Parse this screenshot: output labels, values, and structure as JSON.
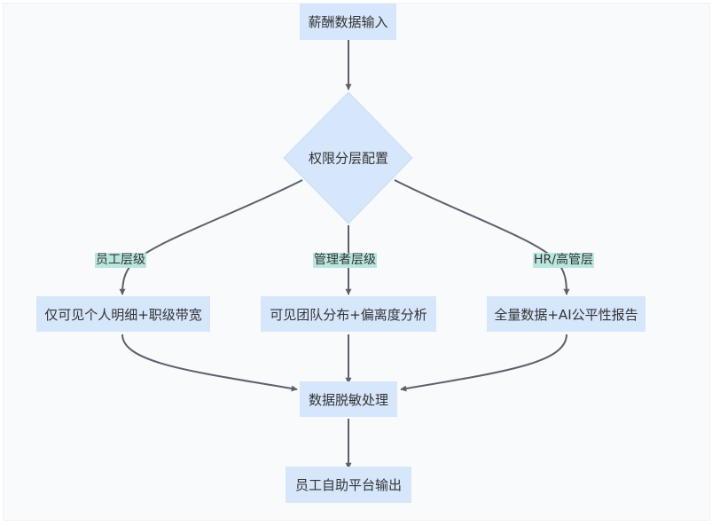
{
  "nodes": {
    "input": "薪酬数据输入",
    "decision": "权限分层配置",
    "employee_view": "仅可见个人明细+职级带宽",
    "manager_view": "可见团队分布+偏离度分析",
    "hr_view": "全量数据+AI公平性报告",
    "desensitize": "数据脱敏处理",
    "output": "员工自助平台输出"
  },
  "edge_labels": {
    "employee": "员工层级",
    "manager": "管理者层级",
    "hr": "HR/高管层"
  },
  "colors": {
    "node_fill": "#d6e6fb",
    "edge_label_fill": "#b9e6e0",
    "edge_stroke": "#5b606b",
    "background": "#f8fafc"
  }
}
